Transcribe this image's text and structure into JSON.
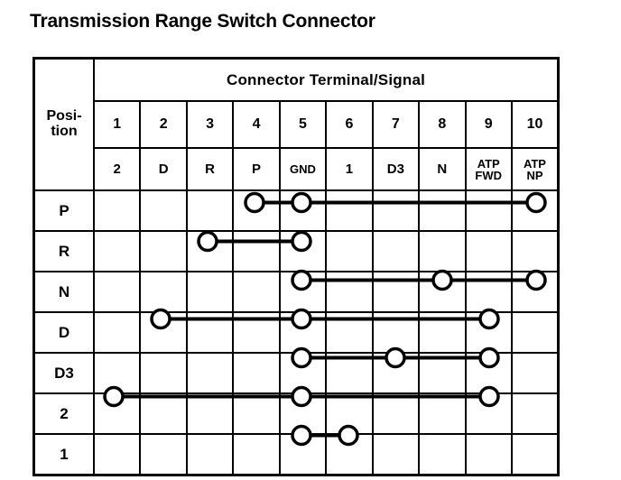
{
  "page": {
    "title": "Transmission Range Switch Connector"
  },
  "table": {
    "group_header": "Connector Terminal/Signal",
    "position_header_line1": "Posi-",
    "position_header_line2": "tion",
    "terminal_numbers": [
      "1",
      "2",
      "3",
      "4",
      "5",
      "6",
      "7",
      "8",
      "9",
      "10"
    ],
    "terminal_signals": [
      {
        "line1": "2",
        "line2": ""
      },
      {
        "line1": "D",
        "line2": ""
      },
      {
        "line1": "R",
        "line2": ""
      },
      {
        "line1": "P",
        "line2": ""
      },
      {
        "line1": "GND",
        "line2": ""
      },
      {
        "line1": "1",
        "line2": ""
      },
      {
        "line1": "D3",
        "line2": ""
      },
      {
        "line1": "N",
        "line2": ""
      },
      {
        "line1": "ATP",
        "line2": "FWD"
      },
      {
        "line1": "ATP",
        "line2": "NP"
      }
    ],
    "rows": [
      {
        "position": "P",
        "connected_terminals": [
          4,
          5,
          10
        ]
      },
      {
        "position": "R",
        "connected_terminals": [
          3,
          5
        ]
      },
      {
        "position": "N",
        "connected_terminals": [
          5,
          8,
          10
        ]
      },
      {
        "position": "D",
        "connected_terminals": [
          2,
          5,
          9
        ]
      },
      {
        "position": "D3",
        "connected_terminals": [
          5,
          7,
          9
        ]
      },
      {
        "position": "2",
        "connected_terminals": [
          1,
          5,
          9
        ]
      },
      {
        "position": "1",
        "connected_terminals": [
          5,
          6
        ]
      }
    ]
  },
  "geometry": {
    "position_col_width": 64,
    "terminal_col_width": 52,
    "header_group_height": 45,
    "header_number_height": 50,
    "header_signal_height": 45,
    "data_row_height": 43,
    "node_radius": 10
  },
  "colors": {
    "ink": "#000000",
    "paper": "#ffffff"
  }
}
